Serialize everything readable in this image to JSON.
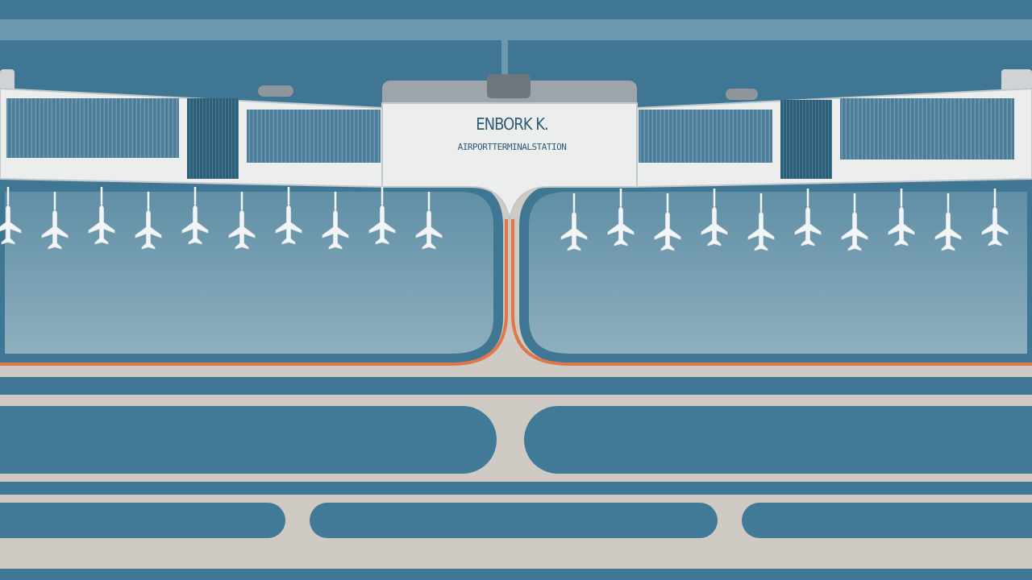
{
  "terminal": {
    "sign_title": "ENBORK K.",
    "sign_subtitle": "AIRPORTTERMINALSTATION"
  },
  "colors": {
    "sky": "#3f7693",
    "band": "#6e98ad",
    "building": "#eceeee",
    "window": "#4d7d98",
    "window_dark": "#33627c",
    "roof": "#9ea5aa",
    "apron": "#7ea0b0",
    "pavement": "#cfcac4",
    "taxiway_stripe": "#e0774a",
    "runway": "#417a96",
    "aircraft": "#f2f4f5"
  },
  "icons": {
    "aircraft": "airplane-icon"
  },
  "aircraft_count": {
    "left_pier": 10,
    "right_pier": 10
  }
}
